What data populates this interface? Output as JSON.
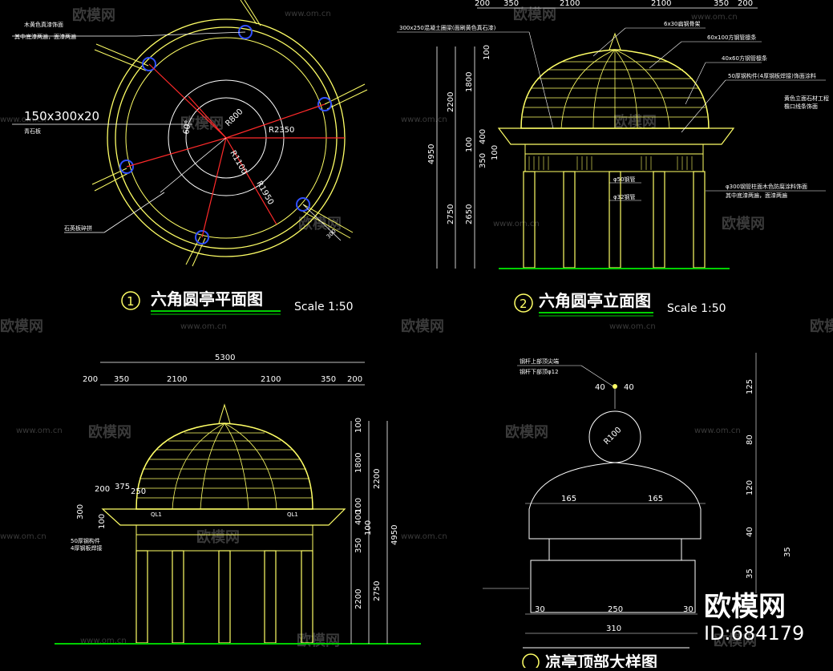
{
  "plan": {
    "note1": "木黄色真漆饰面",
    "note2": "其中底漆两遍，面漆两遍",
    "slab": "150x300x20",
    "slab_sub": "青石板",
    "paving": "石英板碎拼",
    "r_inner": "R800",
    "r_outer": "R2350",
    "r_mid1": "R1100",
    "r_mid2": "R1950",
    "ang": "60°",
    "d300": "300",
    "title_num": "1",
    "title": "六角圆亭平面图",
    "scale": "Scale   1:50"
  },
  "elevation": {
    "top_dims": [
      "200",
      "350",
      "2100",
      "2100",
      "350",
      "200"
    ],
    "note_ring": "300x250混凝土圈梁(面刷黄色真石漆)",
    "note_a": "6x30扁钢骨架",
    "note_b": "60x100方钢管檩条",
    "note_c": "40x60方钢管檩条",
    "note_d": "50厚钢构件(4厚钢板焊接)饰面涂料",
    "note_e": "黄色立面石材工程",
    "note_f": "檐口线条饰面",
    "note_g": "φ300钢管柱面木色防腐涂料饰面",
    "note_h": "其中底漆两遍，面漆两遍",
    "pipe1": "φ50钢管",
    "pipe2": "φ32钢管",
    "left_dims": [
      "100",
      "1800",
      "2200",
      "400",
      "100",
      "350",
      "100",
      "4950",
      "2750",
      "2650"
    ],
    "title_num": "2",
    "title": "六角圆亭立面图",
    "scale": "Scale   1:50"
  },
  "section": {
    "total": "5300",
    "dims": [
      "200",
      "350",
      "2100",
      "2100",
      "350",
      "200"
    ],
    "side_dims": [
      "200",
      "375",
      "250"
    ],
    "h_dims": [
      "300",
      "100"
    ],
    "ql": "QL1",
    "note_a": "50厚钢构件",
    "note_b": "4厚钢板焊接",
    "right_dims": [
      "100",
      "1800",
      "2200",
      "100",
      "400",
      "100",
      "350",
      "4950",
      "2750",
      "2200"
    ]
  },
  "detail": {
    "note_a": "钢杆上部顶尖端",
    "note_b": "钢杆下部顶φ12",
    "d40a": "40",
    "d40b": "40",
    "r": "R100",
    "w165a": "165",
    "w165b": "165",
    "w30a": "30",
    "w30b": "30",
    "w250": "250",
    "w310": "310",
    "v_dims": [
      "125",
      "80",
      "120",
      "40",
      "35",
      "35"
    ],
    "title": "凉亭顶部大样图"
  },
  "watermark": {
    "brand": "欧模网",
    "url": "www.om.cn",
    "corner_brand": "欧模网",
    "corner_id": "ID:684179"
  },
  "colors": {
    "yellow": "#ffff66",
    "red": "#ff2a2a",
    "green": "#00d000",
    "white": "#ffffff",
    "blue": "#3050ff"
  }
}
